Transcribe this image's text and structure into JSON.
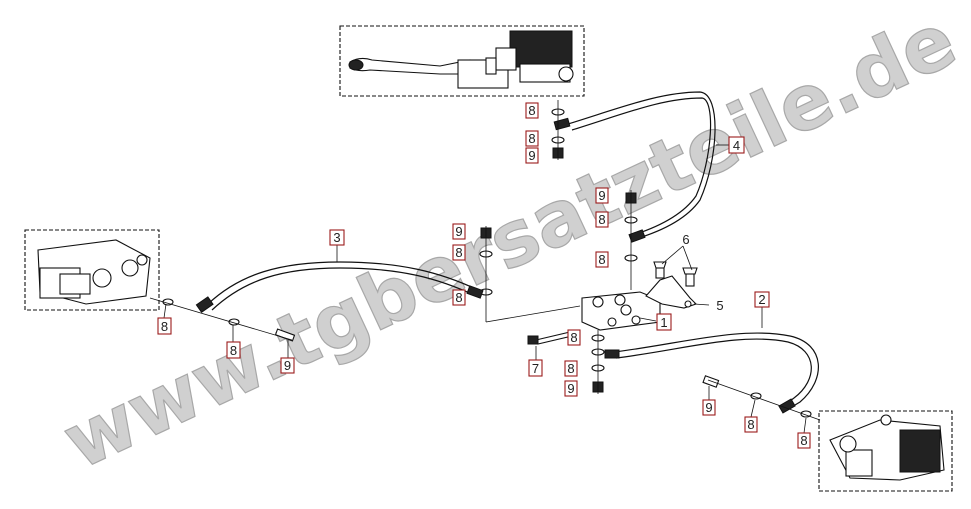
{
  "watermark": {
    "text": "www.tgbersatzteile.de",
    "color": "#c8c8c8"
  },
  "callouts": [
    {
      "id": "c-8-top-a",
      "label": "8"
    },
    {
      "id": "c-8-top-b",
      "label": "8"
    },
    {
      "id": "c-9-top",
      "label": "9"
    },
    {
      "id": "c-4",
      "label": "4"
    },
    {
      "id": "c-9-mid",
      "label": "9"
    },
    {
      "id": "c-8-mid-a",
      "label": "8"
    },
    {
      "id": "c-6",
      "label": "6"
    },
    {
      "id": "c-8-mid-b",
      "label": "8"
    },
    {
      "id": "c-5",
      "label": "5"
    },
    {
      "id": "c-1",
      "label": "1"
    },
    {
      "id": "c-9-left",
      "label": "9"
    },
    {
      "id": "c-8-left-a",
      "label": "8"
    },
    {
      "id": "c-8-left-b",
      "label": "8"
    },
    {
      "id": "c-3",
      "label": "3"
    },
    {
      "id": "c-8-far-left",
      "label": "8"
    },
    {
      "id": "c-8-bolt-left",
      "label": "8"
    },
    {
      "id": "c-9-bolt-left",
      "label": "9"
    },
    {
      "id": "c-8-low-a",
      "label": "8"
    },
    {
      "id": "c-7",
      "label": "7"
    },
    {
      "id": "c-8-low-b",
      "label": "8"
    },
    {
      "id": "c-9-low",
      "label": "9"
    },
    {
      "id": "c-2",
      "label": "2"
    },
    {
      "id": "c-9-right",
      "label": "9"
    },
    {
      "id": "c-8-right-a",
      "label": "8"
    },
    {
      "id": "c-8-right-b",
      "label": "8"
    }
  ],
  "accent": "#9b1b1b"
}
